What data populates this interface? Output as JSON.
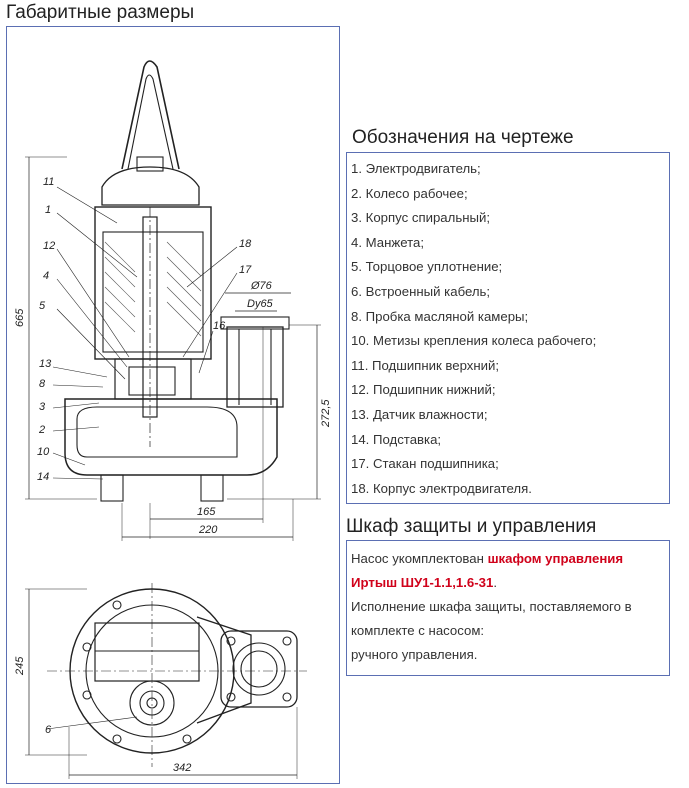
{
  "drawing": {
    "title": "Габаритные размеры",
    "dimensions": {
      "d665": "665",
      "d2725": "272,5",
      "d165": "165",
      "d220": "220",
      "d76": "Ø76",
      "dy65": "Dy65",
      "d245": "245",
      "d342": "342"
    },
    "callouts": [
      "11",
      "1",
      "12",
      "4",
      "5",
      "13",
      "8",
      "3",
      "2",
      "10",
      "14",
      "18",
      "17",
      "16",
      "6"
    ]
  },
  "legend": {
    "title": "Обозначения на чертеже",
    "items": [
      "1. Электродвигатель;",
      "2. Колесо рабочее;",
      "3. Корпус спиральный;",
      "4. Манжета;",
      "5. Торцовое уплотнение;",
      "6. Встроенный кабель;",
      "8. Пробка масляной камеры;",
      "10. Метизы крепления колеса рабочего;",
      "11. Подшипник верхний;",
      "12. Подшипник нижний;",
      "13. Датчик влажности;",
      "14. Подставка;",
      "17. Стакан подшипника;",
      "18. Корпус электродвигателя."
    ]
  },
  "cabinet": {
    "title": "Шкаф защиты и управления",
    "line1_prefix": "Насос укомплектован ",
    "line1_red": "шкафом управления",
    "line2_red": "Иртыш ШУ1-1.1,1.6-31",
    "line2_suffix": ".",
    "line3": "Исполнение шкафа защиты, поставляемого в",
    "line4": "комплекте с насосом:",
    "line5": "ручного управления."
  }
}
